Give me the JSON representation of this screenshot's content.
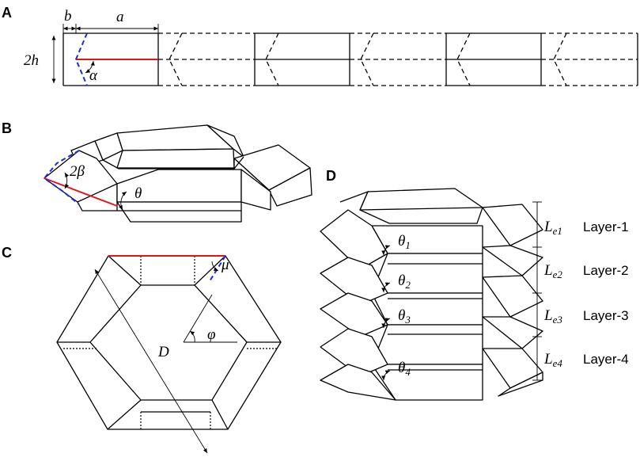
{
  "panels": {
    "a": "A",
    "b": "B",
    "c": "C",
    "d": "D"
  },
  "panel_a": {
    "label_b": "b",
    "label_a": "a",
    "label_2h": "2h",
    "label_alpha": "α"
  },
  "panel_b": {
    "label_2beta": "2β",
    "label_theta": "θ"
  },
  "panel_c": {
    "label_mu": "μ",
    "label_phi": "φ",
    "label_D": "D"
  },
  "panel_d": {
    "layers": [
      {
        "theta": "θ",
        "theta_sub": "1",
        "le": "L",
        "le_sub": "e1",
        "name": "Layer-1"
      },
      {
        "theta": "θ",
        "theta_sub": "2",
        "le": "L",
        "le_sub": "e2",
        "name": "Layer-2"
      },
      {
        "theta": "θ",
        "theta_sub": "3",
        "le": "L",
        "le_sub": "e3",
        "name": "Layer-3"
      },
      {
        "theta": "θ",
        "theta_sub": "4",
        "le": "L",
        "le_sub": "e4",
        "name": "Layer-4"
      }
    ]
  },
  "colors": {
    "highlight_red": "#e0161b",
    "highlight_blue": "#1b2fd6"
  }
}
